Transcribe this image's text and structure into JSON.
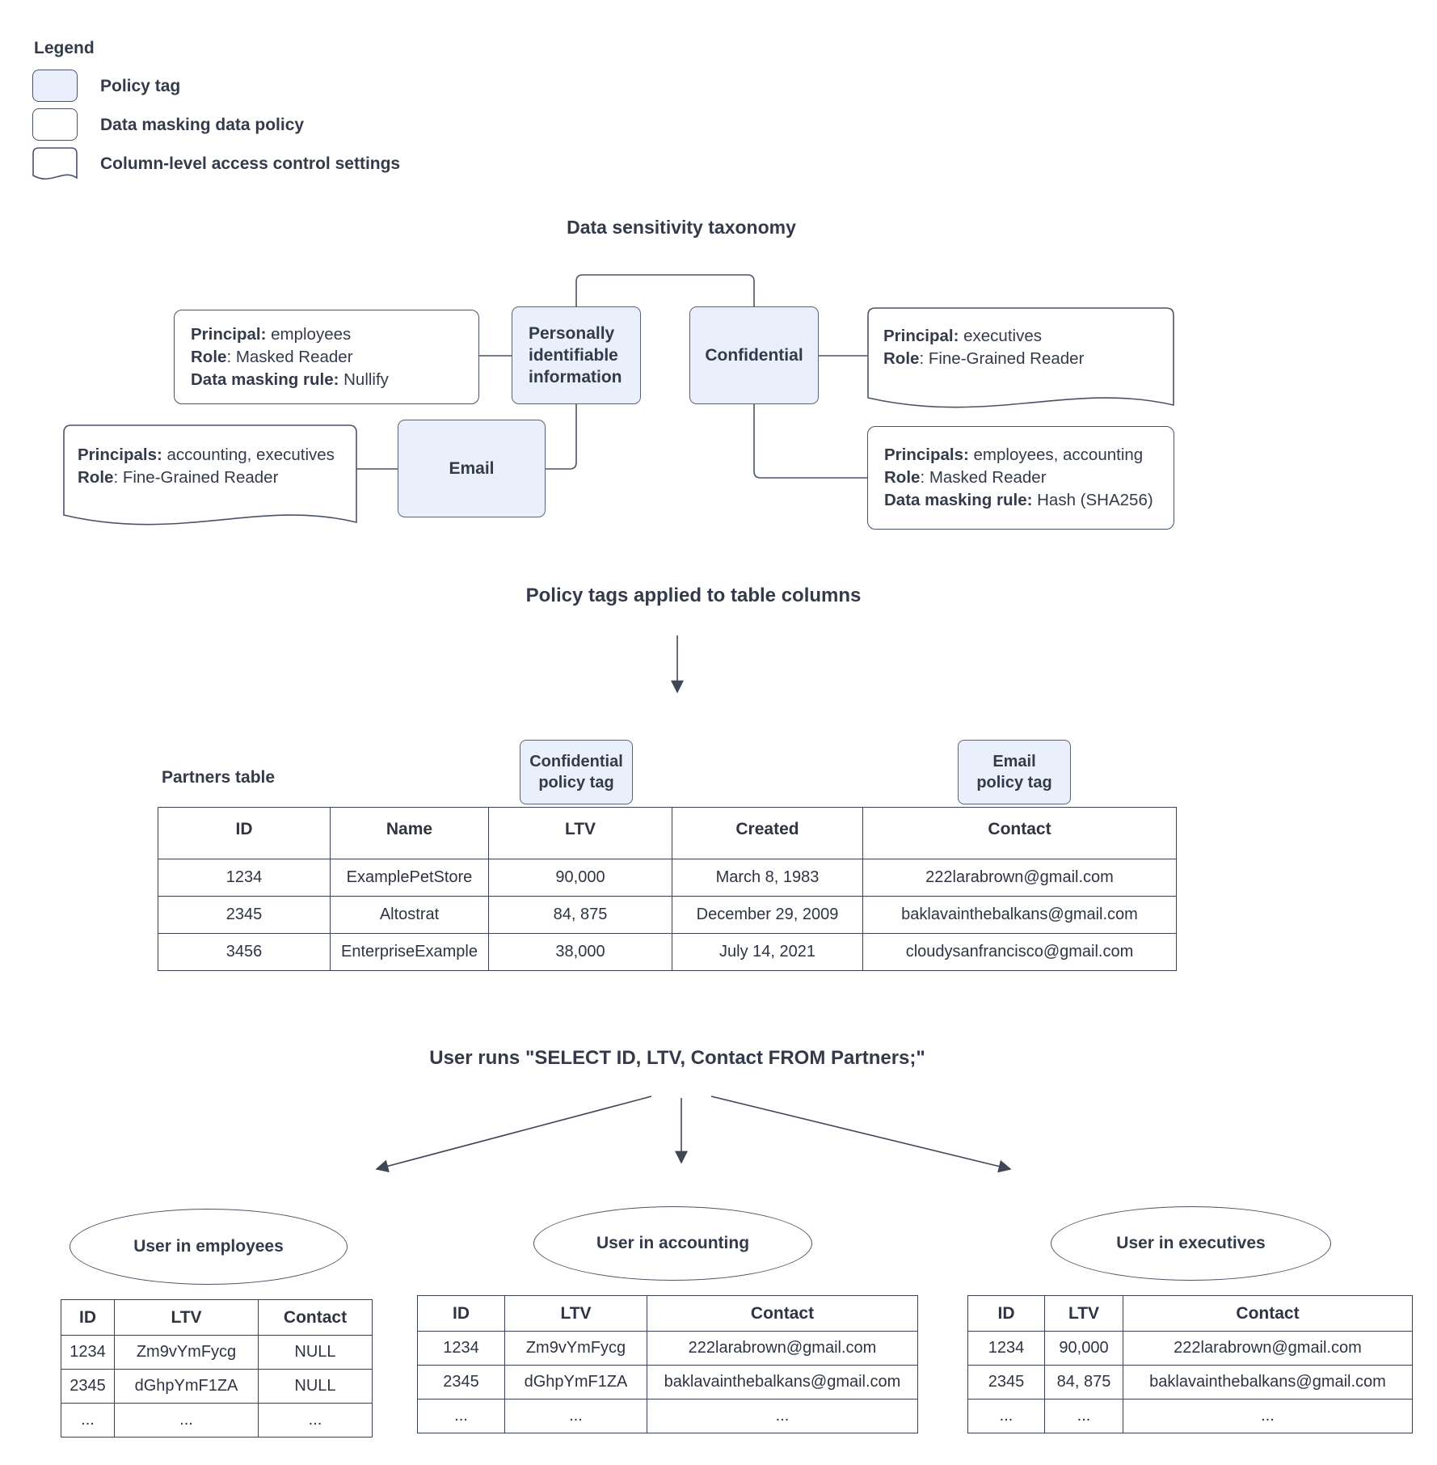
{
  "colors": {
    "policy_tag_fill": "#e9f0fb",
    "shape_border": "#4a5365",
    "text": "#333b4b"
  },
  "legend": {
    "title": "Legend",
    "items": [
      {
        "icon": "policy-tag-swatch",
        "label": "Policy tag"
      },
      {
        "icon": "data-masking-policy-swatch",
        "label": "Data masking data policy"
      },
      {
        "icon": "column-access-control-swatch",
        "label": "Column-level access control settings"
      }
    ]
  },
  "taxonomy": {
    "title": "Data sensitivity taxonomy",
    "nodes": {
      "pii": "Personally identifiable information",
      "confidential": "Confidential",
      "email": "Email"
    },
    "cards": {
      "nullify": {
        "lines": [
          {
            "label": "Principal:",
            "value": " employees"
          },
          {
            "label": "Role",
            "value": ": Masked Reader"
          },
          {
            "label": "Data masking rule:",
            "value": " Nullify"
          }
        ]
      },
      "executives_fine_grained": {
        "lines": [
          {
            "label": "Principal:",
            "value": " executives"
          },
          {
            "label": "Role",
            "value": ": Fine-Grained Reader"
          }
        ]
      },
      "accounting_executives_fine_grained": {
        "lines": [
          {
            "label": "Principals:",
            "value": " accounting, executives"
          },
          {
            "label": "Role",
            "value": ": Fine-Grained Reader"
          }
        ]
      },
      "hash": {
        "lines": [
          {
            "label": "Principals:",
            "value": " employees, accounting"
          },
          {
            "label": "Role",
            "value": ": Masked Reader"
          },
          {
            "label": "Data masking rule:",
            "value": " Hash (SHA256)"
          }
        ]
      }
    }
  },
  "policy_section": {
    "title": "Policy tags applied to table columns"
  },
  "partners": {
    "label": "Partners table",
    "tags": {
      "confidential": {
        "line1": "Confidential",
        "line2": "policy tag"
      },
      "email": {
        "line1": "Email",
        "line2": "policy tag"
      }
    },
    "headers": [
      "ID",
      "Name",
      "LTV",
      "Created",
      "Contact"
    ],
    "rows": [
      [
        "1234",
        "ExamplePetStore",
        "90,000",
        "March 8, 1983",
        "222larabrown@gmail.com"
      ],
      [
        "2345",
        "Altostrat",
        "84, 875",
        "December 29, 2009",
        "baklavainthebalkans@gmail.com"
      ],
      [
        "3456",
        "EnterpriseExample",
        "38,000",
        "July 14, 2021",
        "cloudysanfrancisco@gmail.com"
      ]
    ]
  },
  "query_section": {
    "title": "User runs \"SELECT ID, LTV, Contact FROM Partners;\""
  },
  "results": [
    {
      "user": "User in employees",
      "headers": [
        "ID",
        "LTV",
        "Contact"
      ],
      "rows": [
        [
          "1234",
          "Zm9vYmFycg",
          "NULL"
        ],
        [
          "2345",
          "dGhpYmF1ZA",
          "NULL"
        ],
        [
          "...",
          "...",
          "..."
        ]
      ]
    },
    {
      "user": "User in accounting",
      "headers": [
        "ID",
        "LTV",
        "Contact"
      ],
      "rows": [
        [
          "1234",
          "Zm9vYmFycg",
          "222larabrown@gmail.com"
        ],
        [
          "2345",
          "dGhpYmF1ZA",
          "baklavainthebalkans@gmail.com"
        ],
        [
          "...",
          "...",
          "..."
        ]
      ]
    },
    {
      "user": "User in executives",
      "headers": [
        "ID",
        "LTV",
        "Contact"
      ],
      "rows": [
        [
          "1234",
          "90,000",
          "222larabrown@gmail.com"
        ],
        [
          "2345",
          "84, 875",
          "baklavainthebalkans@gmail.com"
        ],
        [
          "...",
          "...",
          "..."
        ]
      ]
    }
  ]
}
